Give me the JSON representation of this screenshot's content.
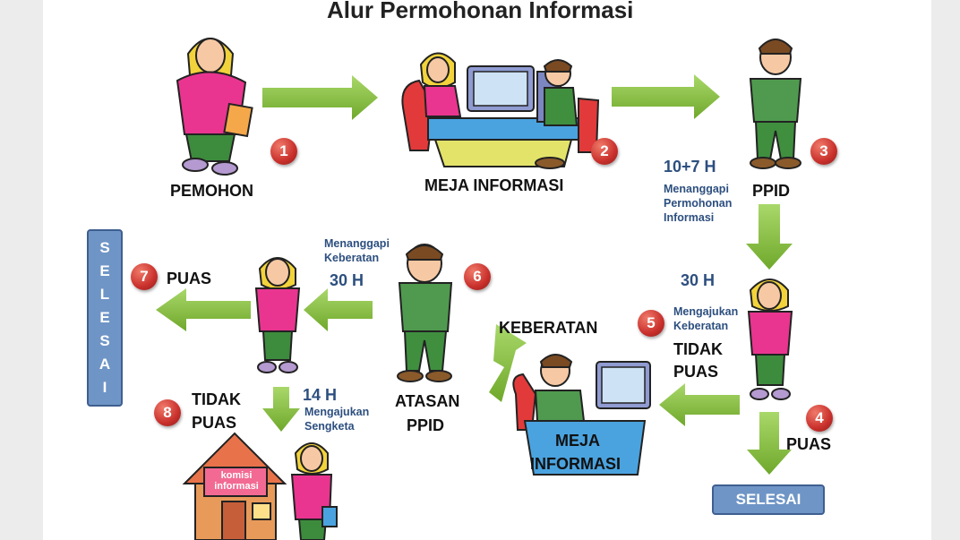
{
  "title": "Alur Permohonan Informasi",
  "labels": {
    "pemohon": "PEMOHON",
    "meja_informasi_top": "MEJA INFORMASI",
    "ppid": "PPID",
    "keberatan": "KEBERATAN",
    "tidak_puas_5a": "TIDAK",
    "tidak_puas_5b": "PUAS",
    "atasan_ppid_a": "ATASAN",
    "atasan_ppid_b": "PPID",
    "meja_informasi_bottom_a": "MEJA",
    "meja_informasi_bottom_b": "INFORMASI",
    "puas_4": "PUAS",
    "puas_7": "PUAS",
    "tidak_puas_8a": "TIDAK",
    "tidak_puas_8b": "PUAS",
    "komisi_a": "komisi",
    "komisi_b": "informasi"
  },
  "durations": {
    "step3": "10+7 H",
    "step5": "30 H",
    "step6": "30 H",
    "step8": "14 H"
  },
  "notes": {
    "step3": "Menanggapi Permohonan Informasi",
    "step5": "Mengajukan Keberatan",
    "step6": "Menanggapi Keberatan",
    "step8": "Mengajukan Sengketa"
  },
  "badges": [
    "1",
    "2",
    "3",
    "4",
    "5",
    "6",
    "7",
    "8"
  ],
  "buttons": {
    "selesai_bottom": "SELESAI",
    "selesai_left": [
      "S",
      "E",
      "L",
      "E",
      "S",
      "A",
      "I"
    ]
  },
  "colors": {
    "arrow": "#8cc63f",
    "badge": "#c9302c",
    "button": "#6f95c6",
    "note_text": "#2d4f7f"
  }
}
